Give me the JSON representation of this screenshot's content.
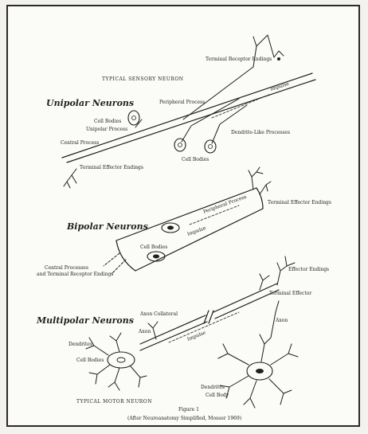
{
  "figure": {
    "caption_line1": "Figure 1",
    "caption_line2": "(After Neuroanatomy Simplified, Mosser 1969)"
  },
  "unipolar": {
    "section_title": "Unipolar Neurons",
    "heading": "TYPICAL SENSORY NEURON",
    "labels": {
      "terminal_receptor": "Terminal Receptor Endings",
      "peripheral_process": "Peripheral Process",
      "cell_bodies_top": "Cell Bodies",
      "unipolar_process": "Unipolar Process",
      "central_process": "Central Process",
      "terminal_effector": "Terminal Effector Endings",
      "impulse": "Impulse",
      "dendrite_like": "Dendrite-Like Processes",
      "cell_bodies_bottom": "Cell Bodies"
    }
  },
  "bipolar": {
    "section_title": "Bipolar Neurons",
    "labels": {
      "terminal_effector": "Terminal Effector Endings",
      "peripheral_process": "Peripheral Process",
      "impulse": "Impulse",
      "cell_bodies": "Cell Bodies",
      "central_process_1": "Central Processes",
      "central_process_2": "and Terminal Receptor Endings"
    }
  },
  "multipolar": {
    "section_title": "Multipolar Neurons",
    "footer": "TYPICAL MOTOR NEURON",
    "labels": {
      "effector_endings": "Effector Endings",
      "terminal_effector": "Terminal Effector",
      "axon_collateral": "Axon Collateral",
      "axon_left": "Axon",
      "axon_right": "Axon",
      "dendrites_left": "Dendrites",
      "cell_bodies": "Cell Bodies",
      "impulse": "Impulse",
      "dendrites_right": "Dendrites",
      "cell_body": "Cell Body"
    }
  }
}
